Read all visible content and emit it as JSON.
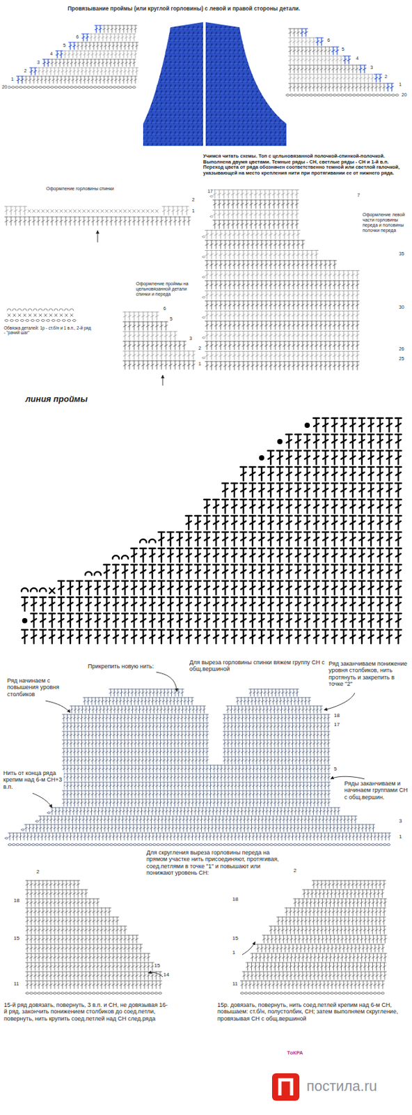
{
  "diagram": {
    "title": "Провязывание проймы (или круглой горловины) с левой и правой стороны детали.",
    "labels": [
      "6",
      "5",
      "4",
      "3",
      "2",
      "1",
      "20",
      "6",
      "5",
      "4",
      "3",
      "2",
      "1",
      "20",
      "Учимся читать схемы. Топ с цельновязанной полочкой-спинкой-полочкой. Выполнена двумя цветами. Темные ряды - СН, светлые ряды - СН и 1-й в.п. Переход цвета от ряда обозначен соответственно темной или светлой галочкой, указывающей на место крепления нити при протягивании ее от нижнего ряда.",
      "Оформление горловины спинки",
      "2",
      "1",
      "17",
      "7",
      "Оформление левой части горловины переда и половины полочки переда",
      "35",
      "30",
      "26",
      "25",
      "Оформление проймы на цельновязанной детали спинки и переда",
      "6",
      "5",
      "3",
      "2",
      "1",
      "Обвязка деталей: 1р - ст.б/н и 1 в.п., 2-й ряд - \"рачий шаг\"",
      "линия проймы",
      "Прикрепить новую нить:",
      "Для выреза горловины спинки вяжем группу СН с общ.вершиной",
      "Ряд начинаем с повышения уровня столбиков",
      "Ряд заканчиваем понижение уровня столбиков, нить протянуть и закрепить в точке \"2\"",
      "18",
      "17",
      "Нить от конца ряда крепим над 6-м СН+3 в.п.",
      "Ряды заканчиваем и начинаем группами СН с общ.вершин.",
      "5",
      "3",
      "1",
      "Для скругления выреза горловины переда на прямом участке нить присоединяют, протягивая, соед.петлями в точке \"1\" и повышают или понижают уровень СН:",
      "2",
      "18",
      "15",
      "11",
      "15",
      "14",
      "2",
      "18",
      "15",
      "1",
      "11",
      "15-й ряд довязать, повернуть, 3 в.п. и СН, не довязывая 16-й ряд, закончить понижением столбиков до соед.петли, повернуть, нить крупить соед.петлей над СН след.ряда",
      "15р. довязать, повернуть, нить соед.петлей крепим над 6-м СН, повышаем: ст.б/н, полустолбик, СН; затем выполняем скругление, провязывая СН с общ.вершиной",
      "ТоКРА",
      "постила.ru"
    ]
  }
}
